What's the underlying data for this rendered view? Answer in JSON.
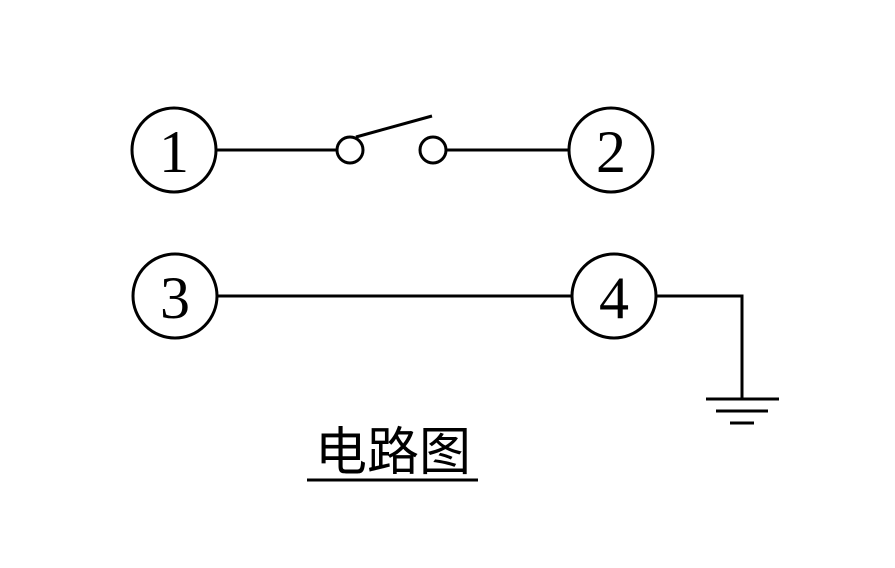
{
  "terminals": {
    "t1": "1",
    "t2": "2",
    "t3": "3",
    "t4": "4"
  },
  "caption": "电路图",
  "colors": {
    "line": "#000000",
    "background": "#ffffff"
  },
  "icons": {
    "switch": "open-switch-icon",
    "ground": "ground-icon"
  }
}
